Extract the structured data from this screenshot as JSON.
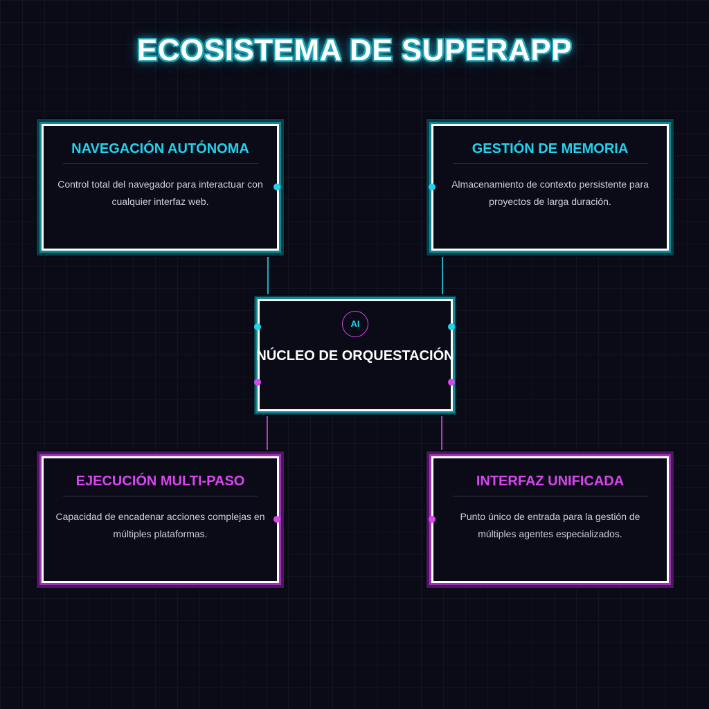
{
  "title": "ECOSISTEMA DE SUPERAPP",
  "colors": {
    "background": "#0b0b17",
    "cyan_accent": "#22d3ee",
    "magenta_accent": "#d946ef",
    "card_border": "#ffffff",
    "body_text": "#cfcfd8"
  },
  "core": {
    "badge": "AI",
    "title": "NÚCLEO DE ORQUESTACIÓN"
  },
  "cards": {
    "top_left": {
      "title": "NAVEGACIÓN AUTÓNOMA",
      "description": "Control total del navegador para interactuar con cualquier interfaz web.",
      "accent": "#22d3ee"
    },
    "top_right": {
      "title": "GESTIÓN DE MEMORIA",
      "description": "Almacenamiento de contexto persistente para proyectos de larga duración.",
      "accent": "#22d3ee"
    },
    "bottom_left": {
      "title": "EJECUCIÓN MULTI-PASO",
      "description": "Capacidad de encadenar acciones complejas en múltiples plataformas.",
      "accent": "#d946ef"
    },
    "bottom_right": {
      "title": "INTERFAZ UNIFICADA",
      "description": "Punto único de entrada para la gestión de múltiples agentes especializados.",
      "accent": "#d946ef"
    }
  },
  "connectors": [
    {
      "from": "core",
      "to": "top_left",
      "color": "#22d3ee"
    },
    {
      "from": "core",
      "to": "top_right",
      "color": "#22d3ee"
    },
    {
      "from": "core",
      "to": "bottom_left",
      "color": "#d946ef"
    },
    {
      "from": "core",
      "to": "bottom_right",
      "color": "#d946ef"
    }
  ]
}
